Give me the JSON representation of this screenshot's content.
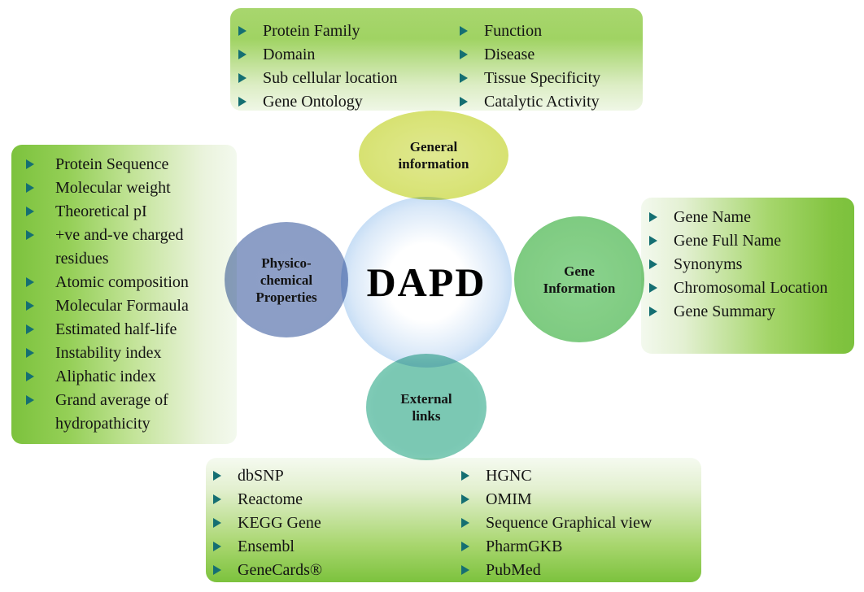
{
  "center": {
    "label": "DAPD"
  },
  "circles": {
    "general": {
      "label": "General information",
      "lines": [
        "General",
        "information"
      ],
      "color": "#d5e16e"
    },
    "physico": {
      "label": "Physico-chemical Properties",
      "lines": [
        "Physico-",
        "chemical",
        "Properties"
      ],
      "color": "#8498c2"
    },
    "gene": {
      "label": "Gene Information",
      "lines": [
        "Gene",
        "Information"
      ],
      "color": "#7aca7e"
    },
    "external": {
      "label": "External links",
      "lines": [
        "External",
        "links"
      ],
      "color": "#77c7b2"
    }
  },
  "boxes": {
    "general_info": {
      "columns": [
        [
          "Protein Family",
          "Domain",
          "Sub cellular location",
          "Gene Ontology"
        ],
        [
          "Function",
          "Disease",
          "Tissue Specificity",
          "Catalytic Activity"
        ]
      ]
    },
    "physico": {
      "items": [
        "Protein Sequence",
        "Molecular weight",
        "Theoretical pI",
        "+ve and-ve charged residues",
        "Atomic composition",
        "Molecular Formaula",
        "Estimated half-life",
        "Instability index",
        "Aliphatic index",
        "Grand average of hydropathicity"
      ]
    },
    "gene": {
      "items": [
        "Gene Name",
        "Gene Full Name",
        "Synonyms",
        "Chromosomal Location",
        "Gene Summary"
      ]
    },
    "external": {
      "columns": [
        [
          "dbSNP",
          "Reactome",
          "KEGG Gene",
          "Ensembl",
          "GeneCards®"
        ],
        [
          "HGNC",
          "OMIM",
          "Sequence Graphical view",
          "PharmGKB",
          "PubMed"
        ]
      ]
    }
  },
  "colors": {
    "box_green": "#7cc23d",
    "box_fade": "#f3f9ee",
    "bullet_teal": "#156f72",
    "center_blue_edge": "#86b7ea",
    "text": "#141414"
  }
}
